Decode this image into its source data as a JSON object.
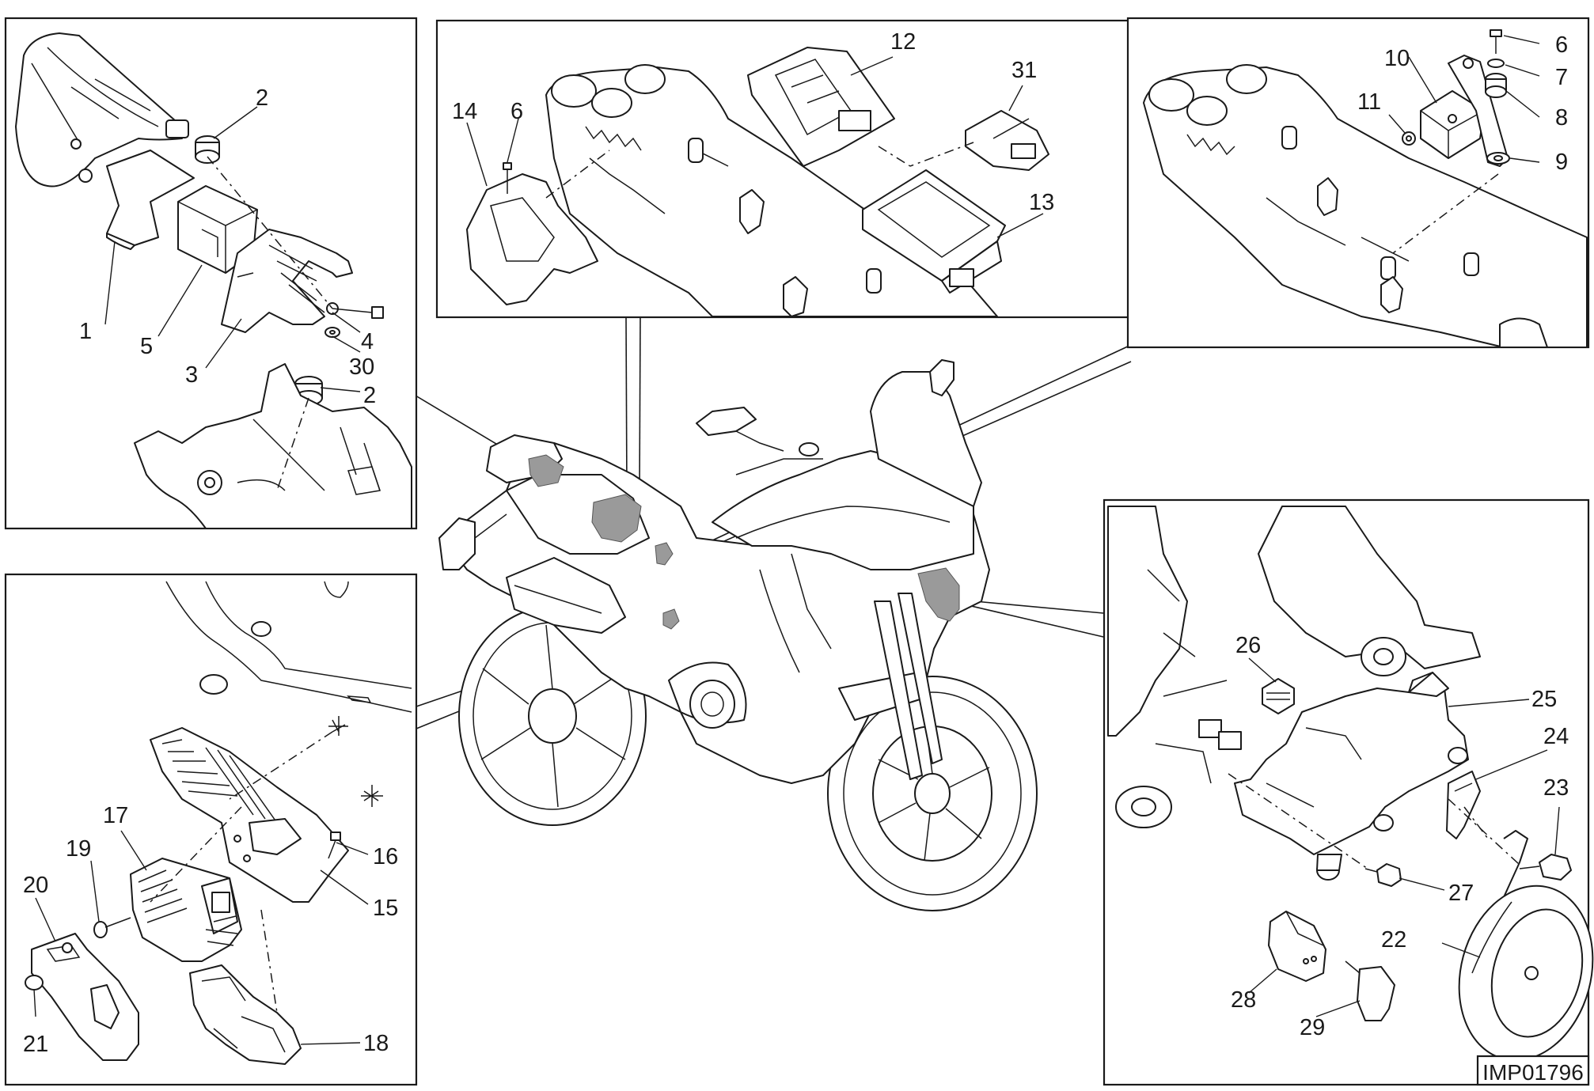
{
  "diagram": {
    "drawing_code": "IMP01796",
    "callouts": {
      "p1": "1",
      "p2a": "2",
      "p2b": "2",
      "p3": "3",
      "p4": "4",
      "p5": "5",
      "p6a": "6",
      "p6b": "6",
      "p7": "7",
      "p8": "8",
      "p9": "9",
      "p10": "10",
      "p11": "11",
      "p12": "12",
      "p13": "13",
      "p14": "14",
      "p15": "15",
      "p16": "16",
      "p17": "17",
      "p18": "18",
      "p19": "19",
      "p20": "20",
      "p21": "21",
      "p22": "22",
      "p23": "23",
      "p24": "24",
      "p25": "25",
      "p26": "26",
      "p27": "27",
      "p28": "28",
      "p29": "29",
      "p30": "30",
      "p31": "31"
    },
    "icons": [
      "motorcycle-illustration",
      "horn-icon",
      "bracket-icon",
      "control-unit-icon",
      "bolt-icon"
    ]
  }
}
